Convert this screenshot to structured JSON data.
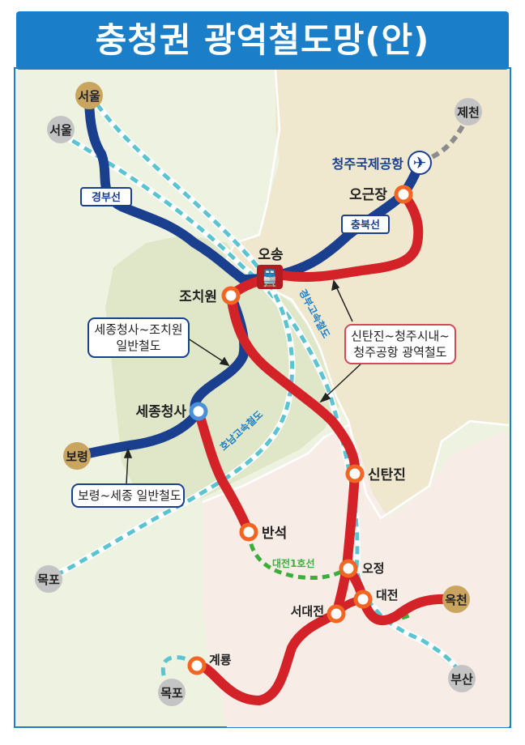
{
  "title": "충청권 광역철도망(안)",
  "colors": {
    "banner": "#1a7fc8",
    "blue_line": "#1b3f8f",
    "red_line": "#d42328",
    "highspeed": "#5cc4d0",
    "daejeon_line1": "#3cae3c",
    "gray_line": "#8c8c8c",
    "land_chungnam": "#eef2e0",
    "land_chungbuk": "#efe8cf",
    "land_daejeon": "#f7ede6",
    "land_sejong": "#dfe7c8"
  },
  "stations": {
    "seoul_top": "서울",
    "seoul_left": "서울",
    "jecheon": "제천",
    "airport": "청주국제공항",
    "ogeunjang": "오근장",
    "osong": "오송",
    "jochiwon": "조치원",
    "sejong": "세종청사",
    "boryeong": "보령",
    "mokpo_left": "목포",
    "sintanjin": "신탄진",
    "banseok": "반석",
    "ojeong": "오정",
    "daejeon": "대전",
    "okcheon": "옥천",
    "seodaejeon": "서대전",
    "busan": "부산",
    "gyeryong": "계룡",
    "mokpo_bottom": "목포"
  },
  "line_labels": {
    "gyeongbu": "경부선",
    "chungbuk": "충북선",
    "gyeongbu_hsr": "경부고속철도",
    "honam_hsr": "호남고속철도",
    "daejeon1": "대전1호선"
  },
  "callouts": {
    "sejong_jochiwon": [
      "세종청사~조치원",
      "일반철도"
    ],
    "sintanjin_airport": [
      "신탄진~청주시내~",
      "청주공항 광역철도"
    ],
    "boryeong_sejong": [
      "보령~세종 일반철도"
    ]
  }
}
